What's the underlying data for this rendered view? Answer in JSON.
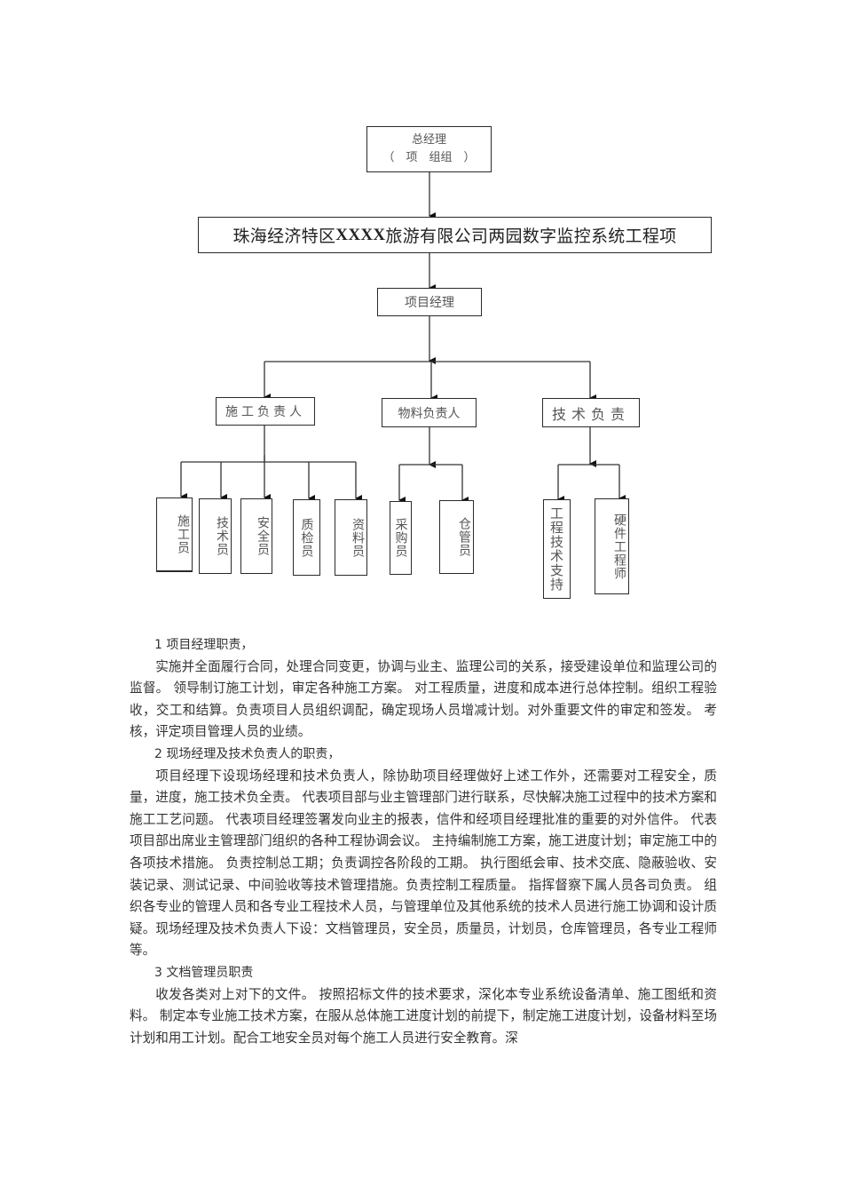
{
  "org_chart": {
    "top": {
      "line1": "总经理",
      "line2": "（　项　组组　）"
    },
    "project_title": {
      "prefix": "珠海经济特区 ",
      "bold": "XXXX",
      "suffix": " 旅游有限公司两园数字监控系统工程项"
    },
    "project_manager": "项目经理",
    "branches": [
      {
        "label": "施工负责人",
        "children": [
          "施工员",
          "技术员",
          "安全员",
          "质检员",
          "资料员"
        ]
      },
      {
        "label": "物料负责人",
        "children": [
          "采购员",
          "仓管员"
        ]
      },
      {
        "label": "技术负责",
        "children": [
          "工程技术支持",
          "硬件工程师"
        ]
      }
    ]
  },
  "sections": [
    {
      "heading": "1 项目经理职责，",
      "body": "实施并全面履行合同，处理合同变更，协调与业主、监理公司的关系，接受建设单位和监理公司的监督。 领导制订施工计划，审定各种施工方案。 对工程质量，进度和成本进行总体控制。组织工程验收，交工和结算。负责项目人员组织调配，确定现场人员增减计划。对外重要文件的审定和签发。 考核，评定项目管理人员的业绩。"
    },
    {
      "heading": "2 现场经理及技术负责人的职责，",
      "body": "项目经理下设现场经理和技术负责人，除协助项目经理做好上述工作外，还需要对工程安全，质量，进度，施工技术负全责。 代表项目部与业主管理部门进行联系，尽快解决施工过程中的技术方案和施工工艺问题。 代表项目经理签署发向业主的报表，信件和经项目经理批准的重要的对外信件。 代表项目部出席业主管理部门组织的各种工程协调会议。 主持编制施工方案，施工进度计划；审定施工中的各项技术措施。 负责控制总工期；负责调控各阶段的工期。 执行图纸会审、技术交底、隐蔽验收、安装记录、测试记录、中间验收等技术管理措施。负责控制工程质量。 指挥督察下属人员各司负责。 组织各专业的管理人员和各专业工程技术人员，与管理单位及其他系统的技术人员进行施工协调和设计质疑。现场经理及技术负责人下设：文档管理员，安全员，质量员，计划员，仓库管理员，各专业工程师等。"
    },
    {
      "heading": "3 文档管理员职责",
      "body": "收发各类对上对下的文件。 按照招标文件的技术要求，深化本专业系统设备清单、施工图纸和资料。 制定本专业施工技术方案，在服从总体施工进度计划的前提下，制定施工进度计划，设备材料至场计划和用工计划。配合工地安全员对每个施工人员进行安全教育。深"
    }
  ]
}
